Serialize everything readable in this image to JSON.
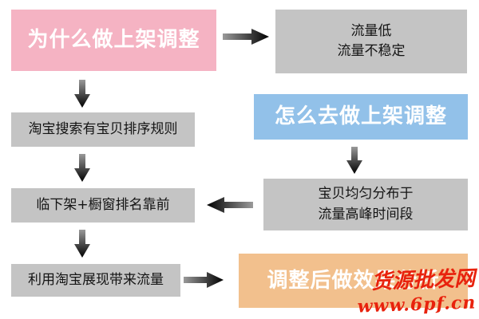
{
  "colors": {
    "pink": "#f5b3c3",
    "blue": "#92c1e9",
    "orange": "#f2c08d",
    "gray": "#c4c4c4",
    "watermark_red": "#e8220d"
  },
  "nodes": {
    "why": {
      "label": "为什么做上架调整"
    },
    "traffic": {
      "line1": "流量低",
      "line2": "流量不稳定"
    },
    "search_rules": {
      "label": "淘宝搜索有宝贝排序规则"
    },
    "how": {
      "label": "怎么去做上架调整"
    },
    "distribute": {
      "line1": "宝贝均匀分布于",
      "line2": "流量高峰时间段"
    },
    "ranking": {
      "label": "临下架+橱窗排名靠前"
    },
    "display": {
      "label": "利用淘宝展现带来流量"
    },
    "analysis": {
      "label": "调整后做效果分析"
    }
  },
  "watermark": {
    "site_name": "货源批发网",
    "url": "www.6pf.cn"
  }
}
